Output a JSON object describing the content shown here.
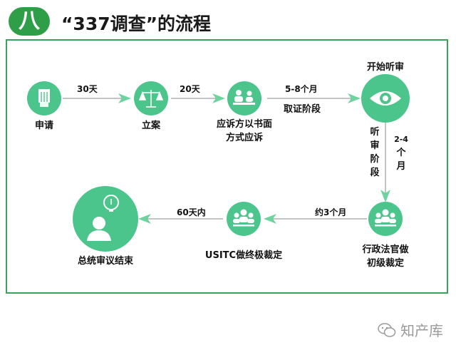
{
  "header": {
    "badge": "八",
    "title": "“337调查”的流程"
  },
  "nodes": {
    "apply": "申请",
    "filing": "立案",
    "respondent": [
      "应诉方以书面",
      "方式应诉"
    ],
    "hearing_start": "开始听审",
    "preliminary": [
      "行政法官做",
      "初级裁定"
    ],
    "usitc": "USITC做终极裁定",
    "final": "总统审议结束"
  },
  "edges": {
    "apply_to_filing": "30天",
    "filing_to_respondent": "20天",
    "respondent_to_hearing": [
      "5-8个月",
      "取证阶段"
    ],
    "hearing_to_prelim_left": [
      "听",
      "审",
      "阶",
      "段"
    ],
    "hearing_to_prelim_right": [
      "2-4",
      "个",
      "月"
    ],
    "prelim_to_usitc": "约3个月",
    "usitc_to_final": "60天内"
  },
  "colors": {
    "brand": "#2f9e48",
    "node": "#4cc58c",
    "accent": "#3aa35a"
  },
  "watermark": "知产库"
}
